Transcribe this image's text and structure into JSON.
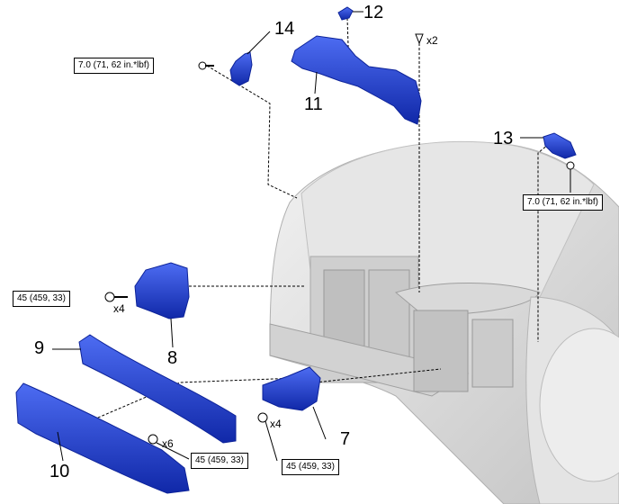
{
  "diagram": {
    "callouts": {
      "c7": "7",
      "c8": "8",
      "c9": "9",
      "c10": "10",
      "c11": "11",
      "c12": "12",
      "c13": "13",
      "c14": "14"
    },
    "torque_specs": {
      "t14": "7.0 (71, 62 in.*lbf)",
      "t13": "7.0 (71, 62 in.*lbf)",
      "t8": "45 (459, 33)",
      "t10": "45 (459, 33)",
      "t7": "45 (459, 33)"
    },
    "quantities": {
      "q11": "x2",
      "q8": "x4",
      "q10": "x6",
      "q7": "x4"
    },
    "colors": {
      "part": "#1f3fd6",
      "part_dark": "#0d2399",
      "part_light": "#5a78f0",
      "vehicle": "#dcdcdc",
      "vehicle_shade": "#bdbdbd",
      "outline": "#000000"
    }
  }
}
